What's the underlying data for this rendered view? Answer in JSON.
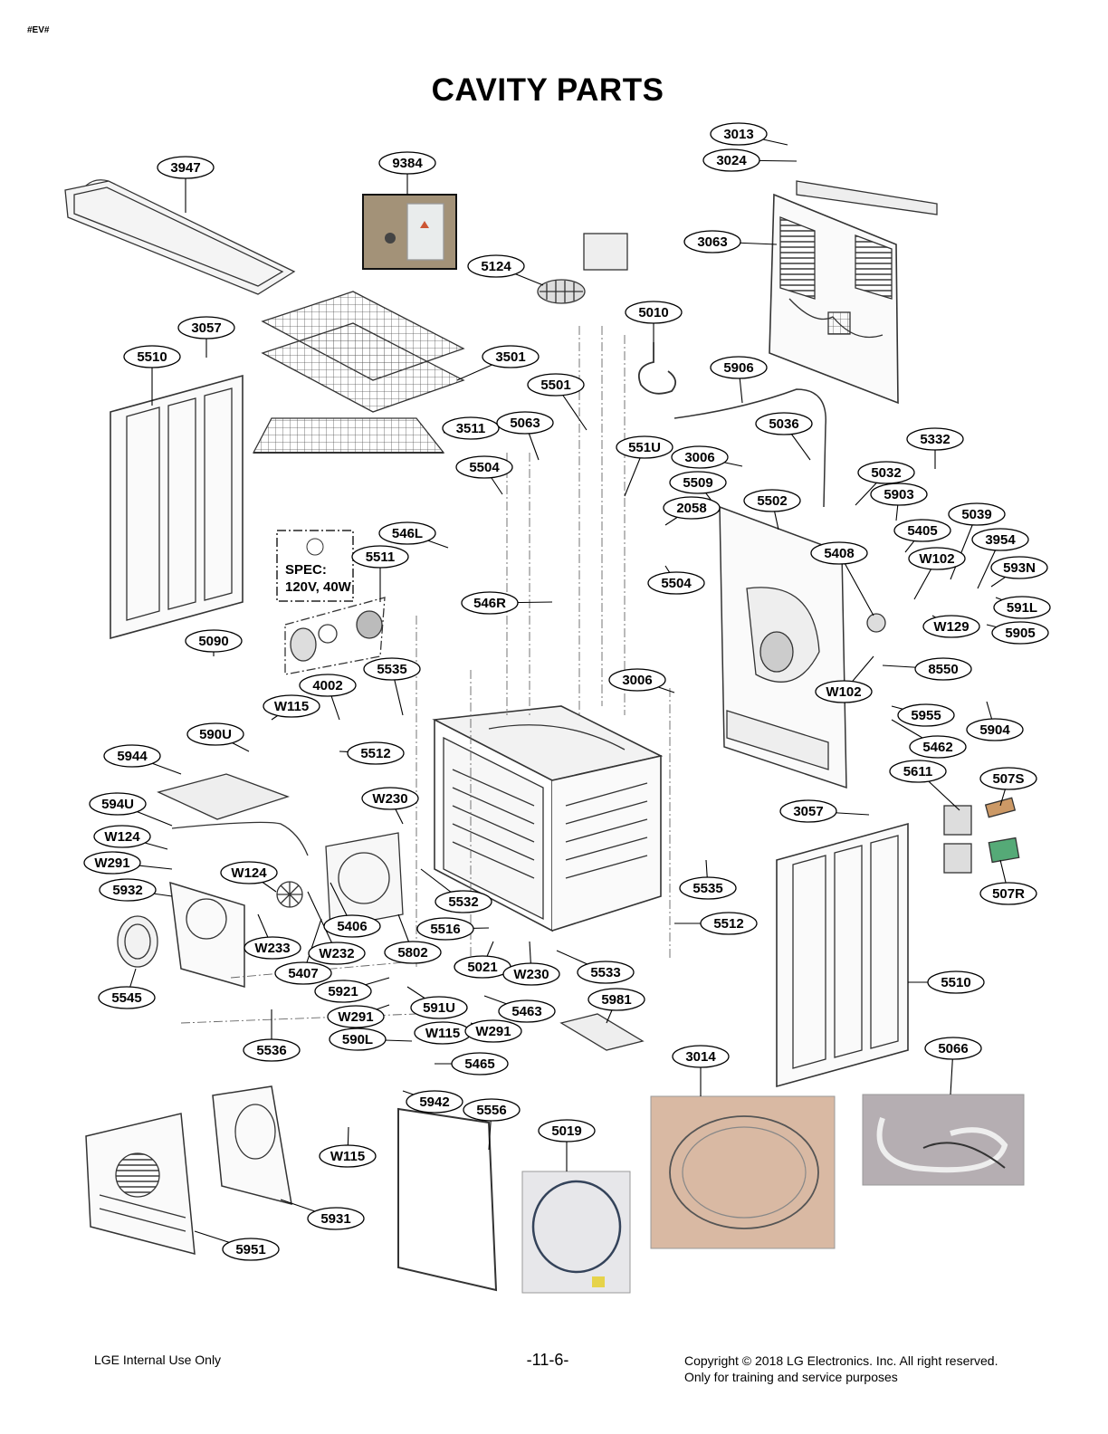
{
  "doc_mark": "#EV#",
  "title": "CAVITY PARTS",
  "spec_box": {
    "line1": "SPEC:",
    "line2": "120V, 40W"
  },
  "footer": {
    "left": "LGE Internal Use Only",
    "page": "-11-6-",
    "copyright_line1": "Copyright © 2018 LG Electronics. Inc. All right reserved.",
    "copyright_line2": "Only for training and service purposes"
  },
  "callouts": [
    {
      "label": "3013"
    },
    {
      "label": "3024"
    },
    {
      "label": "3947"
    },
    {
      "label": "9384"
    },
    {
      "label": "3063"
    },
    {
      "label": "5124"
    },
    {
      "label": "5010"
    },
    {
      "label": "3057"
    },
    {
      "label": "5510"
    },
    {
      "label": "3501"
    },
    {
      "label": "5906"
    },
    {
      "label": "5501"
    },
    {
      "label": "3511"
    },
    {
      "label": "5063"
    },
    {
      "label": "5036"
    },
    {
      "label": "5332"
    },
    {
      "label": "551U"
    },
    {
      "label": "3006"
    },
    {
      "label": "5504"
    },
    {
      "label": "5509"
    },
    {
      "label": "5032"
    },
    {
      "label": "5903"
    },
    {
      "label": "2058"
    },
    {
      "label": "5502"
    },
    {
      "label": "546L"
    },
    {
      "label": "5039"
    },
    {
      "label": "5405"
    },
    {
      "label": "5511"
    },
    {
      "label": "3954"
    },
    {
      "label": "5408"
    },
    {
      "label": "W102"
    },
    {
      "label": "593N"
    },
    {
      "label": "5504"
    },
    {
      "label": "546R"
    },
    {
      "label": "591L"
    },
    {
      "label": "W129"
    },
    {
      "label": "5905"
    },
    {
      "label": "5090"
    },
    {
      "label": "5535"
    },
    {
      "label": "8550"
    },
    {
      "label": "3006"
    },
    {
      "label": "4002"
    },
    {
      "label": "W102"
    },
    {
      "label": "W115"
    },
    {
      "label": "5955"
    },
    {
      "label": "5904"
    },
    {
      "label": "590U"
    },
    {
      "label": "5512"
    },
    {
      "label": "5462"
    },
    {
      "label": "5944"
    },
    {
      "label": "5611"
    },
    {
      "label": "507S"
    },
    {
      "label": "W230"
    },
    {
      "label": "594U"
    },
    {
      "label": "3057"
    },
    {
      "label": "W124"
    },
    {
      "label": "W291"
    },
    {
      "label": "W124"
    },
    {
      "label": "5535"
    },
    {
      "label": "5932"
    },
    {
      "label": "5532"
    },
    {
      "label": "507R"
    },
    {
      "label": "5512"
    },
    {
      "label": "5406"
    },
    {
      "label": "5516"
    },
    {
      "label": "W233"
    },
    {
      "label": "W232"
    },
    {
      "label": "5802"
    },
    {
      "label": "5021"
    },
    {
      "label": "W230"
    },
    {
      "label": "5533"
    },
    {
      "label": "5407"
    },
    {
      "label": "5510"
    },
    {
      "label": "5921"
    },
    {
      "label": "5545"
    },
    {
      "label": "5981"
    },
    {
      "label": "591U"
    },
    {
      "label": "5463"
    },
    {
      "label": "W291"
    },
    {
      "label": "W115"
    },
    {
      "label": "W291"
    },
    {
      "label": "590L"
    },
    {
      "label": "3014"
    },
    {
      "label": "5066"
    },
    {
      "label": "5536"
    },
    {
      "label": "5465"
    },
    {
      "label": "5942"
    },
    {
      "label": "5556"
    },
    {
      "label": "5019"
    },
    {
      "label": "W115"
    },
    {
      "label": "5931"
    },
    {
      "label": "5951"
    }
  ]
}
